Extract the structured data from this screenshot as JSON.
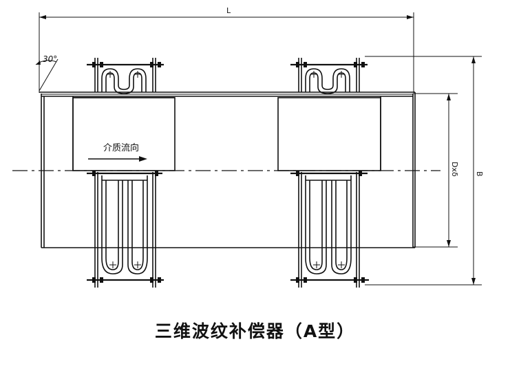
{
  "labels": {
    "length": "L",
    "width": "B",
    "diameter": "Dxδ",
    "angle": "30°",
    "flow": "介质流向"
  },
  "caption": "三维波纹补偿器（A型）"
}
